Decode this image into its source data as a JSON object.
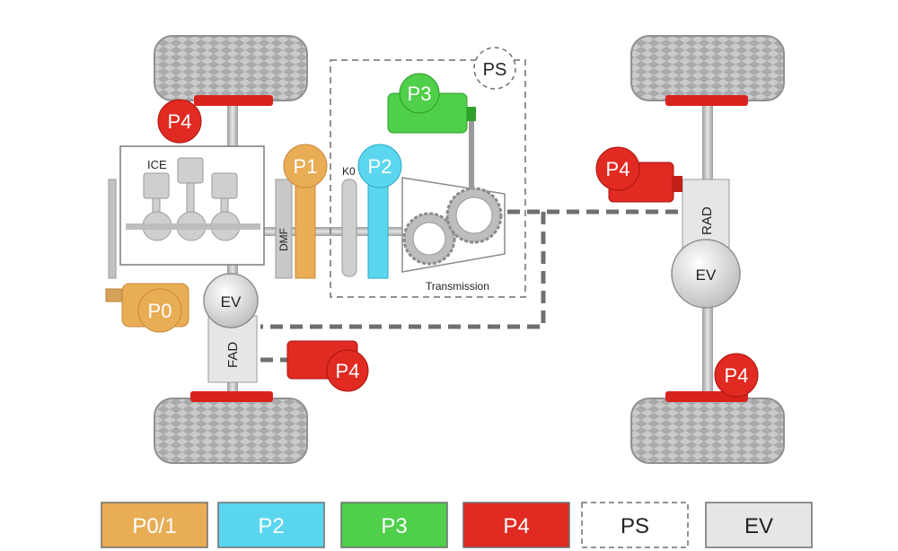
{
  "labels": {
    "ice": "ICE",
    "dmf": "DMF",
    "k0": "K0",
    "transmission": "Transmission",
    "ps": "PS",
    "ev_front": "EV",
    "ev_rear": "EV",
    "fad": "FAD",
    "rad": "RAD",
    "p0": "P0",
    "p1": "P1",
    "p2": "P2",
    "p3": "P3",
    "p4_front_top": "P4",
    "p4_front_bottom": "P4",
    "p4_rear_top": "P4",
    "p4_rear_bottom": "P4"
  },
  "legend": [
    {
      "label": "P0/1",
      "color": "#e8ad55"
    },
    {
      "label": "P2",
      "color": "#5ad6ef"
    },
    {
      "label": "P3",
      "color": "#4fcf4a"
    },
    {
      "label": "P4",
      "color": "#e02a22"
    },
    {
      "label": "PS",
      "color": "#ffffff"
    },
    {
      "label": "EV",
      "color": "#e6e6e6"
    }
  ],
  "colors": {
    "p01": "#e8ad55",
    "p2": "#5ad6ef",
    "p3": "#4fcf4a",
    "p4": "#e02a22",
    "ev": "#e6e6e6",
    "tire": "#a9aaab",
    "shaft": "#b5b5b5",
    "dashed": "#6f6f6f"
  }
}
